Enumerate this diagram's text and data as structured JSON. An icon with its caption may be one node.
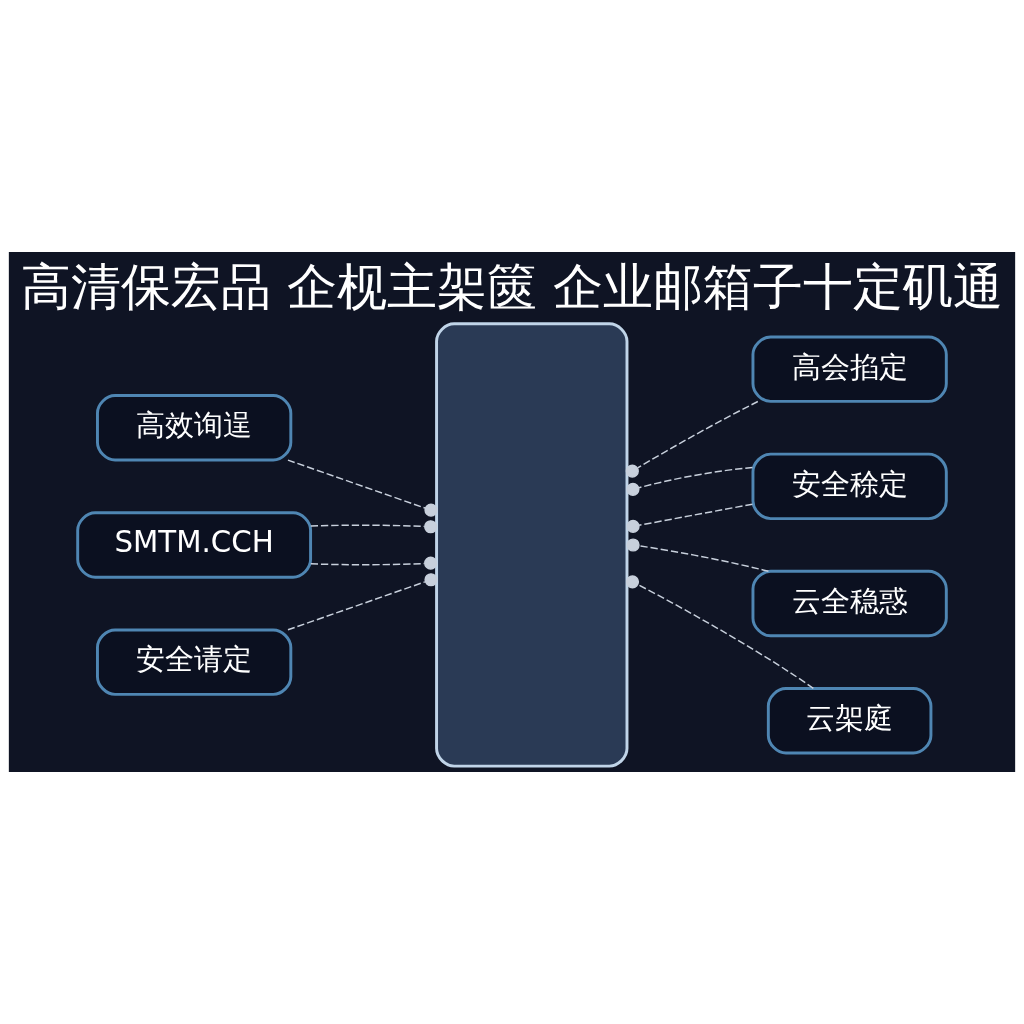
{
  "diagram": {
    "title": "高清保宏品 企枧主架篋 企业邮箱子十定矶通",
    "nodes": [
      {
        "text": [],
        "shape": "box"
      },
      {
        "text": [
          "高效询逞"
        ]
      },
      {
        "text": [
          "高会掐定"
        ]
      },
      {
        "text": [
          "SMTM.CCH"
        ]
      },
      {
        "text": [
          "安全稌定"
        ]
      },
      {
        "text": [
          "安全请定"
        ]
      },
      {
        "text": [
          "云全稳惑"
        ]
      },
      {
        "text": [
          "云架庭"
        ]
      }
    ],
    "edges": [
      {
        "from": 1,
        "to": 0,
        "arrow": "other",
        "style": "dashed"
      },
      {
        "from": 2,
        "to": 0,
        "arrow": "other",
        "style": "dashed"
      },
      {
        "from": 3,
        "to": 0,
        "arrow": "other",
        "style": "dashed"
      },
      {
        "from": 3,
        "to": 0,
        "arrow": "other",
        "style": "dashed"
      },
      {
        "from": 4,
        "to": 0,
        "arrow": "other",
        "style": "dashed"
      },
      {
        "from": 4,
        "to": 0,
        "arrow": "other",
        "style": "dashed"
      },
      {
        "from": 5,
        "to": 0,
        "arrow": "other",
        "style": "dashed"
      },
      {
        "from": 6,
        "to": 0,
        "arrow": "other",
        "style": "dashed"
      },
      {
        "from": 7,
        "to": 0,
        "arrow": "other",
        "style": "dashed"
      }
    ]
  }
}
